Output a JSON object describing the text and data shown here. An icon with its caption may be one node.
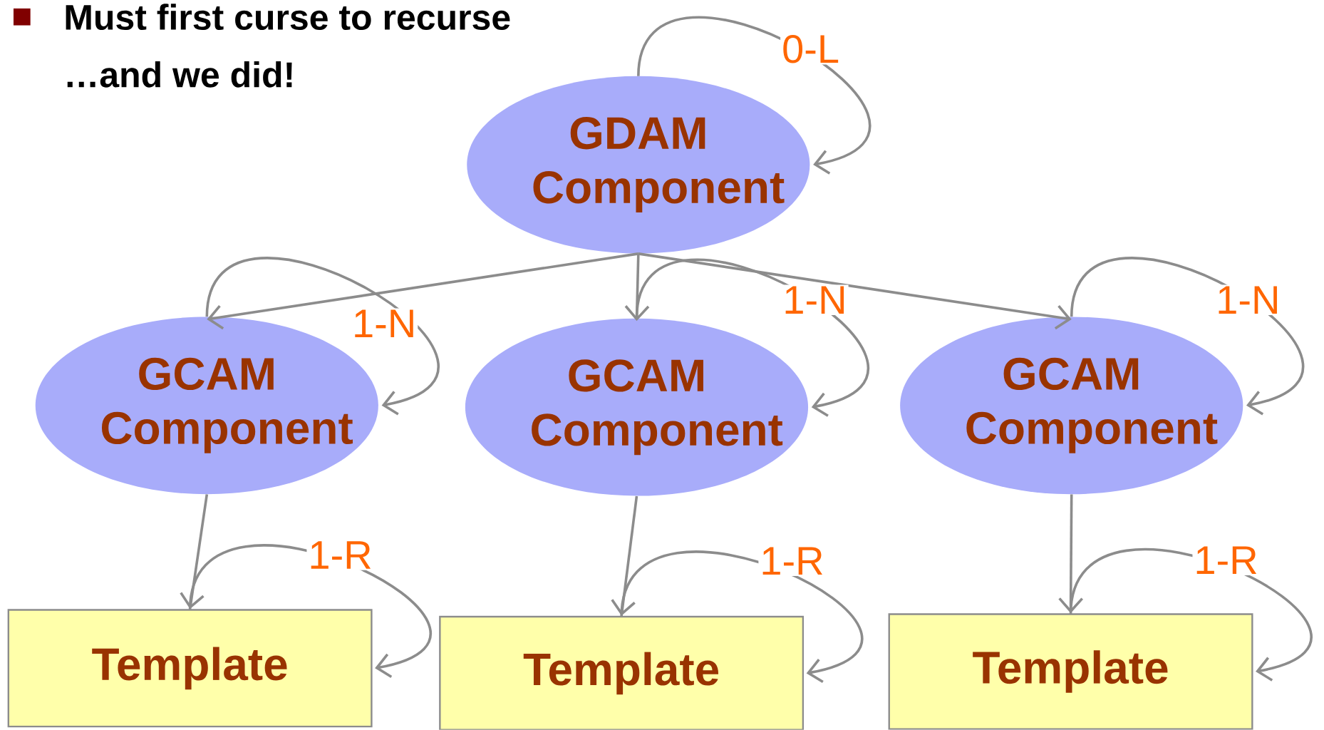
{
  "diagram": {
    "nodes": [
      {
        "text": [
          "GDAM Component"
        ]
      },
      {
        "text": [
          "GCAM Component"
        ]
      },
      {
        "text": [
          "GCAM Component"
        ]
      },
      {
        "text": [
          "GCAM Component"
        ]
      },
      {
        "text": [
          "Template"
        ]
      },
      {
        "text": [
          "Template"
        ]
      },
      {
        "text": [
          "Template"
        ]
      }
    ],
    "edges": [
      {
        "from": 0,
        "to": 0,
        "arrow": "to",
        "label": "0-L"
      },
      {
        "from": 0,
        "to": 1,
        "arrow": "to"
      },
      {
        "from": 0,
        "to": 2,
        "arrow": "to"
      },
      {
        "from": 0,
        "to": 3,
        "arrow": "to"
      },
      {
        "from": 1,
        "to": 1,
        "arrow": "to",
        "label": "1-N"
      },
      {
        "from": 2,
        "to": 2,
        "arrow": "to",
        "label": "1-N"
      },
      {
        "from": 3,
        "to": 3,
        "arrow": "to",
        "label": "1-N"
      },
      {
        "from": 1,
        "to": 4,
        "arrow": "to"
      },
      {
        "from": 2,
        "to": 5,
        "arrow": "to"
      },
      {
        "from": 3,
        "to": 6,
        "arrow": "to"
      },
      {
        "from": 4,
        "to": 4,
        "arrow": "to",
        "label": "1-R"
      },
      {
        "from": 5,
        "to": 5,
        "arrow": "to",
        "label": "1-R"
      },
      {
        "from": 6,
        "to": 6,
        "arrow": "to",
        "label": "1-R"
      }
    ],
    "labels": [
      "Must first curse to recurse",
      "…and we did!"
    ]
  }
}
